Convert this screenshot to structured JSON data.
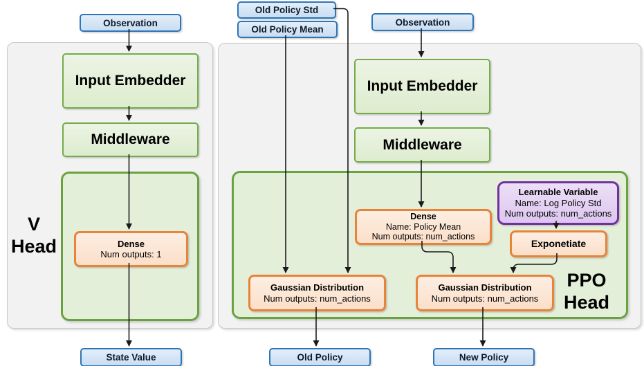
{
  "diagram": {
    "v_head": {
      "label_line1": "V",
      "label_line2": "Head",
      "observation": "Observation",
      "input_embedder": "Input Embedder",
      "middleware": "Middleware",
      "dense": {
        "title": "Dense",
        "line1": "Num outputs: 1"
      },
      "state_value": "State Value"
    },
    "ppo_head": {
      "label_line1": "PPO",
      "label_line2": "Head",
      "old_policy_std": "Old Policy Std",
      "old_policy_mean": "Old Policy Mean",
      "observation": "Observation",
      "input_embedder": "Input Embedder",
      "middleware": "Middleware",
      "dense": {
        "title": "Dense",
        "line1": "Name: Policy Mean",
        "line2": "Num outputs: num_actions"
      },
      "learnable_variable": {
        "title": "Learnable Variable",
        "line1": "Name: Log Policy Std",
        "line2": "Num outputs: num_actions"
      },
      "exponetiate": "Exponetiate",
      "gaussian_old": {
        "title": "Gaussian Distribution",
        "line1": "Num outputs: num_actions"
      },
      "gaussian_new": {
        "title": "Gaussian Distribution",
        "line1": "Num outputs: num_actions"
      },
      "old_policy": "Old Policy",
      "new_policy": "New Policy"
    },
    "colors": {
      "panel_fill": "#f2f2f2",
      "green_border": "#69a33e",
      "green_fill": "#e4efda",
      "orange_border": "#e8833a",
      "orange_fill": "#fbe5d5",
      "purple_border": "#7030a0",
      "purple_fill": "#e4d3f1",
      "blue_border": "#2e75b6",
      "blue_fill": "#dce9f6",
      "wire": "#1a1a1a"
    }
  }
}
